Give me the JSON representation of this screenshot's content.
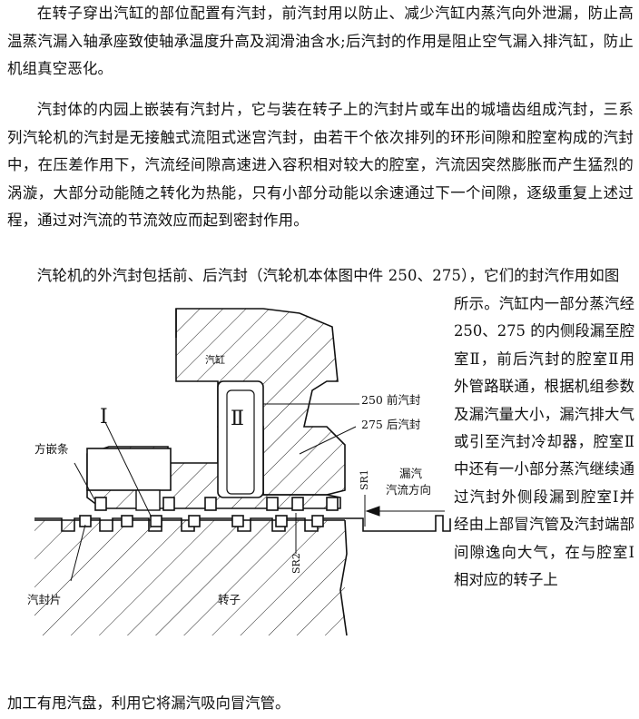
{
  "paragraphs": [
    "在转子穿出汽缸的部位配置有汽封，前汽封用以防止、减少汽缸内蒸汽向外泄漏，防止高温蒸汽漏入轴承座致使轴承温度升高及润滑油含水;后汽封的作用是阻止空气漏入排汽缸，防止机组真空恶化。",
    "汽封体的内园上嵌装有汽封片，它与装在转子上的汽封片或车出的城墙齿组成汽封，三系列汽轮机的汽封是无接触式流阻式迷宫汽封，由若干个依次排列的环形间隙和腔室构成的汽封中，在压差作用下，汽流经间隙高速进入容积相对较大的腔室，汽流因突然膨胀而产生猛烈的涡漩，大部分动能随之转化为热能，只有小部分动能以余速通过下一个间隙，逐级重复上述过程，通过对汽流的节流效应而起到密封作用。",
    "汽轮机的外汽封包括前、后汽封（汽轮机本体图中件 250、275），它们的封汽作用如图"
  ],
  "side_text": "所示。汽缸内一部分蒸汽经 250、275 的内侧段漏至腔室Ⅱ，前后汽封的腔室Ⅱ用外管路联通，根据机组参数及漏汽量大小，漏汽排大气或引至汽封冷却器，腔室Ⅱ中还有一小部分蒸汽继续通过汽封外侧段漏到腔室Ⅰ并经由上部冒汽管及汽封端部间隙逸向大气，在与腔室Ⅰ相对应的转子上",
  "tail_text": "加工有甩汽盘，利用它将漏汽吸向冒汽管。",
  "figure": {
    "label_cylinder": "汽缸",
    "label_chamber_1": "Ⅰ",
    "label_chamber_2": "Ⅱ",
    "label_front_seal": "250 前汽封",
    "label_rear_seal": "275 后汽封",
    "label_square_strip": "方嵌条",
    "label_leak_1": "漏汽",
    "label_leak_2": "汽流方向",
    "label_sr1": "SR1",
    "label_sr2": "SR2",
    "label_seal_fin": "汽封片",
    "label_rotor": "转子"
  }
}
